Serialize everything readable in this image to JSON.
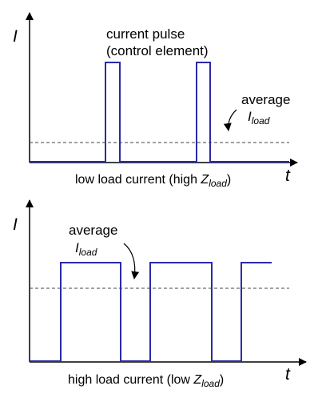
{
  "top_panel": {
    "y_label": "I",
    "x_label": "t",
    "pulse_label_line1": "current pulse",
    "pulse_label_line2": "(control element)",
    "average_label": "average",
    "iload_main": "I",
    "iload_sub": "load",
    "caption_main": "low load current (high ",
    "caption_z": "Z",
    "caption_sub": "load",
    "caption_end": ")"
  },
  "bottom_panel": {
    "y_label": "I",
    "x_label": "t",
    "average_label": "average",
    "iload_main": "I",
    "iload_sub": "load",
    "caption_main": "high load current (low ",
    "caption_z": "Z",
    "caption_sub": "load",
    "caption_end": ")"
  },
  "colors": {
    "waveform": "#2a2aa8",
    "axis": "#000000",
    "average_line": "#444444"
  }
}
